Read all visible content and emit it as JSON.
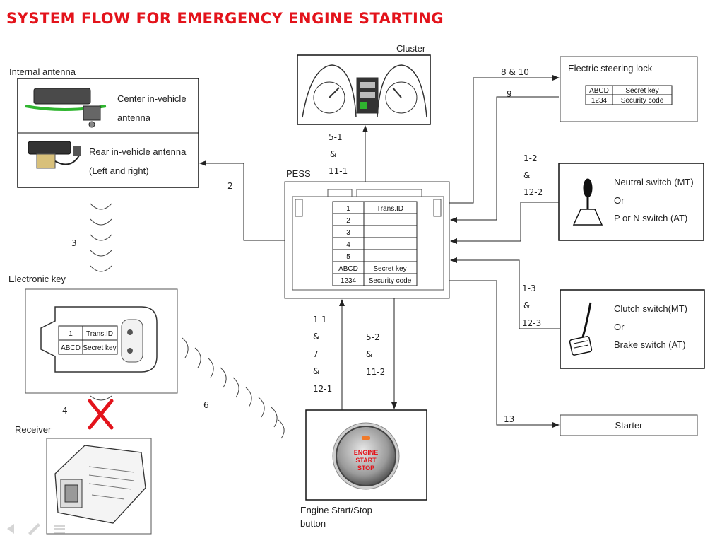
{
  "title": "SYSTEM FLOW FOR EMERGENCY ENGINE STARTING",
  "components": {
    "internal_antenna": {
      "heading": "Internal antenna",
      "center_line1": "Center in-vehicle",
      "center_line2": "antenna",
      "rear_line1": "Rear in-vehicle antenna",
      "rear_line2": "(Left and right)"
    },
    "cluster": {
      "label": "Cluster"
    },
    "esl": {
      "label": "Electric steering lock",
      "table": [
        [
          "ABCD",
          "Secret key"
        ],
        [
          "1234",
          "Security code"
        ]
      ]
    },
    "pess": {
      "label": "PESS",
      "table": [
        [
          "1",
          "Trans.ID"
        ],
        [
          "2",
          ""
        ],
        [
          "3",
          ""
        ],
        [
          "4",
          ""
        ],
        [
          "5",
          ""
        ],
        [
          "ABCD",
          "Secret key"
        ],
        [
          "1234",
          "Security code"
        ]
      ]
    },
    "electronic_key": {
      "label": "Electronic  key",
      "table": [
        [
          "1",
          "Trans.ID"
        ],
        [
          "ABCD",
          "Secret key"
        ]
      ]
    },
    "receiver": {
      "label": "Receiver"
    },
    "neutral_switch": {
      "line1": "Neutral switch (MT)",
      "line2": "Or",
      "line3": "P or N switch (AT)"
    },
    "clutch_switch": {
      "line1": "Clutch switch(MT)",
      "line2": "Or",
      "line3": "Brake switch (AT)"
    },
    "starter": {
      "label": "Starter"
    },
    "start_button": {
      "line1": "Engine Start/Stop",
      "line2": "button",
      "face1": "ENGINE",
      "face2": "START",
      "face3": "STOP"
    }
  },
  "steps": {
    "s2": "2",
    "s3": "3",
    "s4": "4",
    "s6": "6",
    "s9": "9",
    "s13": "13",
    "s8_10": "8 & 10",
    "cluster_a": "5-1",
    "cluster_amp": "&",
    "cluster_b": "11-1",
    "n_a": "1-2",
    "n_amp": "&",
    "n_b": "12-2",
    "c_a": "1-3",
    "c_amp": "&",
    "c_b": "12-3",
    "b_a": "1-1",
    "b_amp1": "&",
    "b_b": "7",
    "b_amp2": "&",
    "b_c": "12-1",
    "o_a": "5-2",
    "o_amp": "&",
    "o_b": "11-2"
  },
  "icons": [
    "arrow-left-icon",
    "pencil-icon",
    "menu-icon"
  ],
  "colors": {
    "title": "#e3131b",
    "cross": "#e3131b",
    "button_text": "#e3131b",
    "antenna_green": "#2fb52f"
  }
}
